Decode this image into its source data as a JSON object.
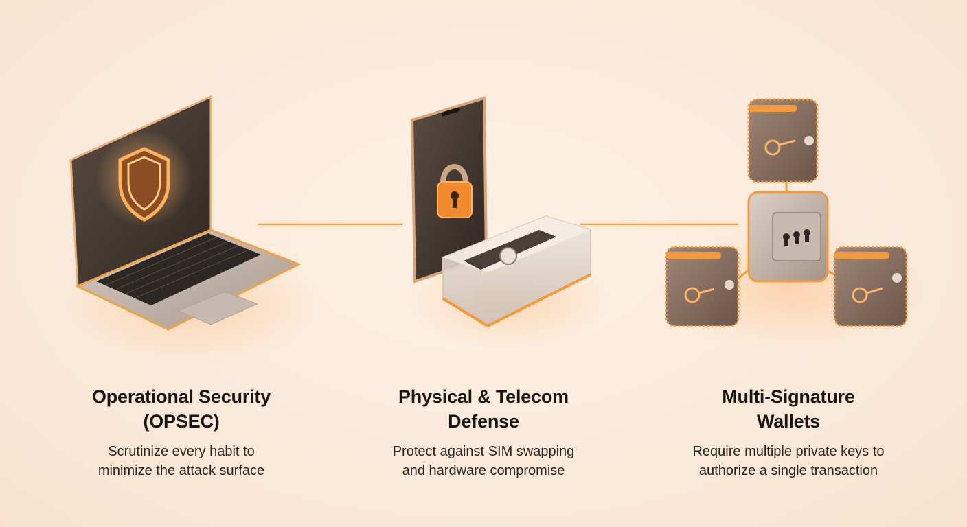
{
  "features": [
    {
      "title_line1": "Operational Security",
      "title_line2": "(OPSEC)",
      "desc_line1": "Scrutinize every habit to",
      "desc_line2": "minimize the attack surface",
      "icon": "laptop-shield-icon"
    },
    {
      "title_line1": "Physical & Telecom",
      "title_line2": "Defense",
      "desc_line1": "Protect against SIM swapping",
      "desc_line2": "and hardware compromise",
      "icon": "phone-lock-hardware-wallet-icon"
    },
    {
      "title_line1": "Multi-Signature",
      "title_line2": "Wallets",
      "desc_line1": "Require multiple private keys to",
      "desc_line2": "authorize a single transaction",
      "icon": "multisig-wallets-safe-icon"
    }
  ],
  "colors": {
    "accent": "#f59a3c",
    "background": "#fbeadb",
    "text": "#181512"
  }
}
